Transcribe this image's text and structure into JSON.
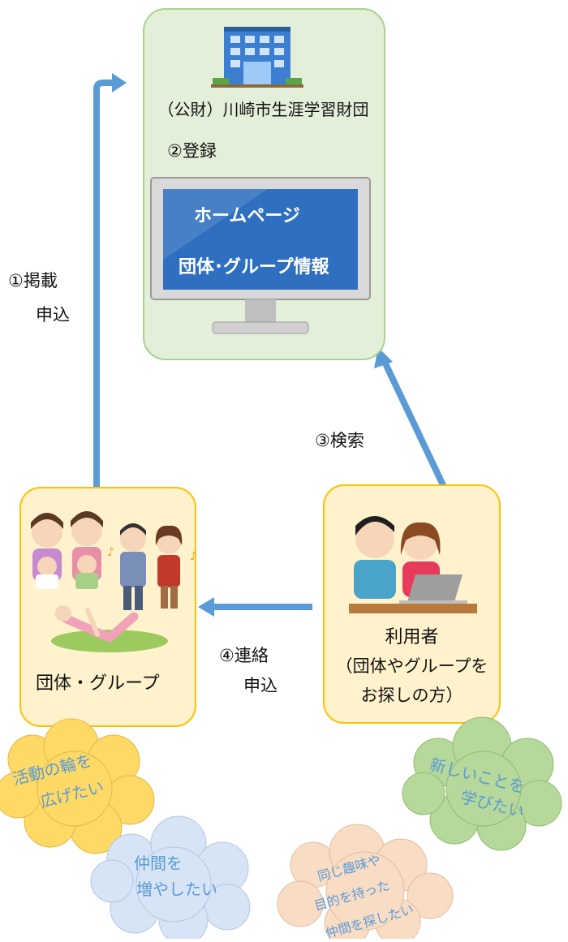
{
  "org": {
    "name": "（公財）川崎市生涯学習財団"
  },
  "steps": {
    "register": "②登録",
    "post_line1": "①掲載",
    "post_line2": "申込",
    "search": "③検索",
    "contact_line1": "④連絡",
    "contact_line2": "申込"
  },
  "monitor": {
    "line1": "ホームページ",
    "line2": "団体･グループ情報"
  },
  "group": {
    "label": "団体・グループ"
  },
  "user": {
    "line1": "利用者",
    "line2": "（団体やグループを",
    "line3": "お探しの方）"
  },
  "clouds": {
    "c1_l1": "活動の輪を",
    "c1_l2": "広げたい",
    "c2_l1": "仲間を",
    "c2_l2": "増やしたい",
    "c3_l1": "新しいことを",
    "c3_l2": "学びたい",
    "c4_l1": "同じ趣味や",
    "c4_l2": "目的を持った",
    "c4_l3": "仲間を探したい"
  },
  "colors": {
    "arrow": "#5b9bd5",
    "green_box": "#e4efd9",
    "yellow_box": "#fff2cc",
    "screen": "#2f6fc0",
    "cloud_yellow": "#ffd966",
    "cloud_blue": "#d6e4f5",
    "cloud_green": "#b6d89a",
    "cloud_pink": "#f8dcc4"
  }
}
